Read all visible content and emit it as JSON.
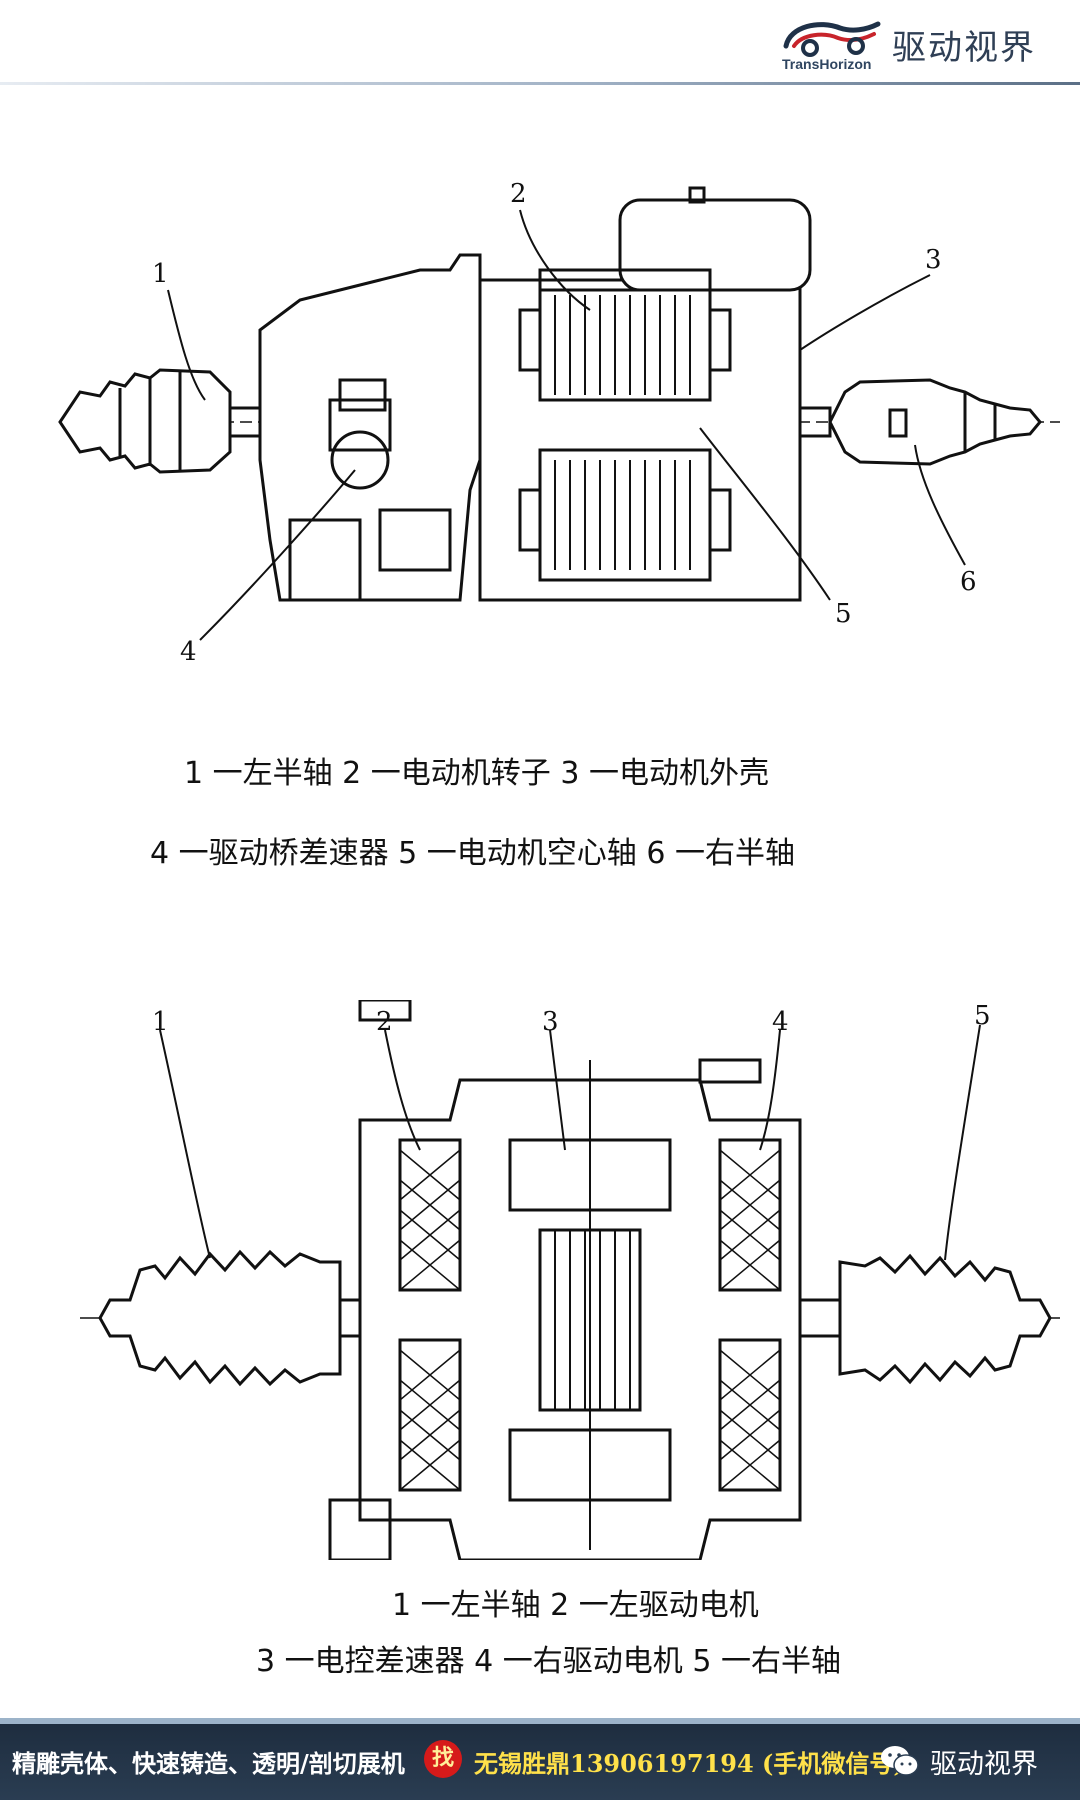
{
  "header": {
    "brand_name": "驱动视界",
    "brand_sub": "TransHorizon"
  },
  "figure1": {
    "labels": [
      "1",
      "2",
      "3",
      "4",
      "5",
      "6"
    ],
    "caption_line1": "1 一左半轴  2 一电动机转子 3 一电动机外壳",
    "caption_line2": "4 一驱动桥差速器  5 一电动机空心轴   6 一右半轴"
  },
  "figure2": {
    "labels": [
      "1",
      "2",
      "3",
      "4",
      "5"
    ],
    "caption_line1": "1 一左半轴     2 一左驱动电机",
    "caption_line2": "3 一电控差速器       4 一右驱动电机      5 一右半轴"
  },
  "footer": {
    "slogan": "精雕壳体、快速铸造、透明/剖切展机",
    "badge": "找",
    "contact": "无锡胜鼎13906197194 (手机微信号)",
    "wechat_name": "驱动视界"
  },
  "colors": {
    "footer_bg": "#1e2d3f",
    "contact_yellow": "#ffe14a",
    "badge_red": "#d61a1a",
    "brand_blue": "#2f3f55"
  }
}
